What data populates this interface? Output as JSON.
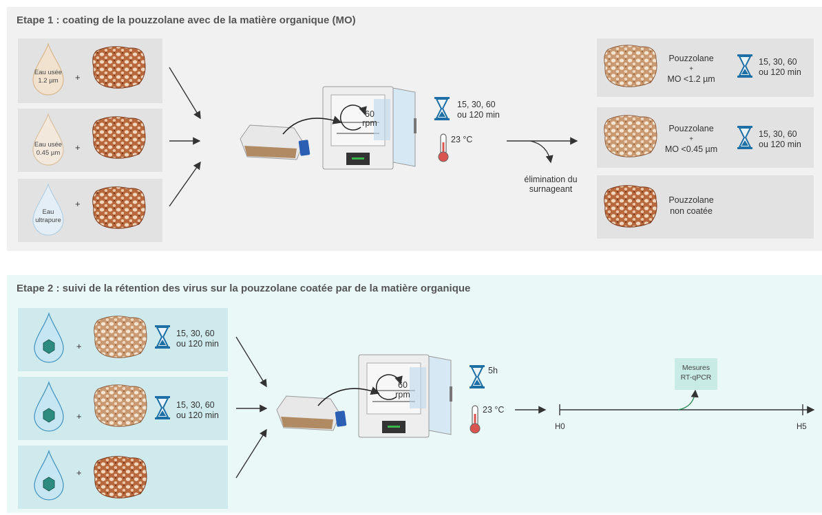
{
  "colors": {
    "panel1": "#f1f1f1",
    "panel2": "#eaf8f8",
    "box1": "#e2e2e2",
    "box2": "#cfeaec",
    "rock": "#b5673c",
    "arrow": "#333333",
    "hourglass": "#1d6fa5",
    "thermo": "#d9534f"
  },
  "step1": {
    "title": "Etape 1 : coating de la pouzzolane avec de la matière organique (MO)",
    "inputs": [
      {
        "drop_l1": "Eau usée",
        "drop_l2": "1.2 µm",
        "plus": "+"
      },
      {
        "drop_l1": "Eau usée",
        "drop_l2": "0.45 µm",
        "plus": "+"
      },
      {
        "drop_l1": "Eau",
        "drop_l2": "ultrapure",
        "plus": "+"
      }
    ],
    "rpm_value": "60",
    "rpm_unit": "rpm",
    "time_l1": "15,  30,  60",
    "time_l2": "ou 120 min",
    "temp": "23 °C",
    "elimination_l1": "élimination du",
    "elimination_l2": "surnageant",
    "outputs": [
      {
        "l1": "Pouzzolane",
        "l2": "+",
        "l3": "MO <1.2 µm",
        "time_l1": "15,  30,  60",
        "time_l2": "ou 120 min"
      },
      {
        "l1": "Pouzzolane",
        "l2": "+",
        "l3": "MO <0.45 µm",
        "time_l1": "15,  30,  60",
        "time_l2": "ou 120 min"
      },
      {
        "l1": "Pouzzolane",
        "l2": "non coatée"
      }
    ]
  },
  "step2": {
    "title": "Etape 2 : suivi de la rétention des virus sur la pouzzolane coatée par de la matière organique",
    "inputs": [
      {
        "plus": "+",
        "time_l1": "15,  30,  60",
        "time_l2": "ou 120 min"
      },
      {
        "plus": "+",
        "time_l1": "15,  30,  60",
        "time_l2": "ou 120 min"
      },
      {
        "plus": "+"
      }
    ],
    "rpm_value": "60",
    "rpm_unit": "rpm",
    "time": "5h",
    "temp": "23 °C",
    "measure_l1": "Mesures",
    "measure_l2": "RT-qPCR",
    "start": "H0",
    "end": "H5"
  },
  "icons": [
    "droplet-icon",
    "pozzolan-rock-icon",
    "hourglass-icon",
    "thermometer-icon",
    "incubator-icon",
    "culture-flask-icon",
    "virus-icon"
  ]
}
